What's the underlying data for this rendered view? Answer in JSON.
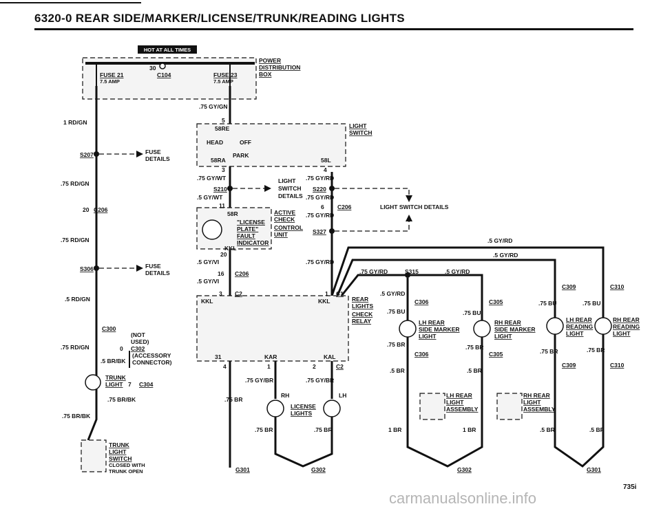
{
  "title": "6320-0   REAR SIDE/MARKER/LICENSE/TRUNK/READING LIGHTS",
  "hot_badge": "HOT AT ALL TIMES",
  "power_box": {
    "label_1": "POWER",
    "label_2": "DISTRIBUTION",
    "label_3": "BOX",
    "terminal": "30",
    "connector": "C104",
    "fuse_left": "FUSE 21",
    "fuse_left_amp": "7.5 AMP",
    "fuse_right": "FUSE 23",
    "fuse_right_amp": "7.5 AMP"
  },
  "light_switch": {
    "label_1": "LIGHT",
    "label_2": "SWITCH",
    "head": "HEAD",
    "off": "OFF",
    "park": "PARK",
    "t5": "5",
    "t58r": "58RE",
    "t58ra": "58RA",
    "t58l": "58L",
    "t3": "3",
    "t4": "4"
  },
  "switch_details": {
    "l1": "LIGHT",
    "l2": "SWITCH",
    "l3": "DETAILS",
    "caption": "LIGHT SWITCH DETAILS"
  },
  "fuse_details": {
    "l1": "FUSE",
    "l2": "DETAILS"
  },
  "splices": {
    "s207": "S207",
    "s306": "S306",
    "s210": "S210",
    "s220": "S220",
    "s327": "S327",
    "s315": "S315"
  },
  "connectors": {
    "c206": "C206",
    "c300": "C300",
    "c302": "C302",
    "c304": "C304",
    "c2": "C2",
    "c1": "C1",
    "c306": "C306",
    "c305": "C305",
    "c309": "C309",
    "c310": "C310"
  },
  "check_unit": {
    "l1": "ACTIVE",
    "l2": "CHECK",
    "l3": "CONTROL",
    "l4": "UNIT",
    "ind1": "\"LICENSE",
    "ind2": "PLATE\"",
    "ind3": "FAULT",
    "ind4": "INDICATOR",
    "pin_58r": "58R",
    "pin_kkl": "KKL",
    "pin_11": "11",
    "pin_20": "20",
    "pin_16": "16"
  },
  "relay": {
    "l1": "REAR",
    "l2": "LIGHTS",
    "l3": "CHECK",
    "l4": "RELAY",
    "kkl": "KKL",
    "kkl2": "KKL",
    "kar": "KAR",
    "kal": "KAL",
    "p1": "1",
    "p2": "2",
    "p3": "3",
    "p4": "4",
    "p31": "31"
  },
  "wires": {
    "w75gygn": ".75 GY/GN",
    "w1rdgn": "1 RD/GN",
    "w75rdgn": ".75 RD/GN",
    "w5rdgn": ".5 RD/GN",
    "w75gywt": ".75 GY/WT",
    "w5gywt": ".5 GY/WT",
    "w75gyrd": ".75 GY/RD",
    "w5gyvi": ".5 GY/VI",
    "w5gyrd": ".5 GY/RD",
    "w75gybr": ".75 GY/BR",
    "w75br": ".75 BR",
    "w5br": ".5 BR",
    "w1br": "1 BR",
    "w75bu": ".75 BU",
    "w75brbk": ".75 BR/BK",
    "w5brbk": ".5 BR/BK"
  },
  "accessory": {
    "l1": "(NOT",
    "l2": "USED)",
    "l3": "(ACCESSORY",
    "l4": "CONNECTOR)",
    "pin0": "0",
    "pin7": "7"
  },
  "trunk": {
    "light1": "TRUNK",
    "light2": "LIGHT",
    "sw1": "TRUNK",
    "sw2": "LIGHT",
    "sw3": "SWITCH",
    "sw4": "CLOSED WITH",
    "sw5": "TRUNK OPEN"
  },
  "lights": {
    "rh": "RH",
    "lh": "LH",
    "license1": "LICENSE",
    "license2": "LIGHTS",
    "lh_marker": [
      "LH REAR",
      "SIDE MARKER",
      "LIGHT"
    ],
    "rh_marker": [
      "RH REAR",
      "SIDE MARKER",
      "LIGHT"
    ],
    "lh_read": [
      "LH REAR",
      "READING",
      "LIGHT"
    ],
    "rh_read": [
      "RH REAR",
      "READING",
      "LIGHT"
    ],
    "lh_assy": [
      "LH REAR",
      "LIGHT",
      "ASSEMBLY"
    ],
    "rh_assy": [
      "RH REAR",
      "LIGHT",
      "ASSEMBLY"
    ]
  },
  "grounds": {
    "g301": "G301",
    "g302": "G302"
  },
  "page_number": "735i",
  "watermark": "carmanualsonline.info"
}
